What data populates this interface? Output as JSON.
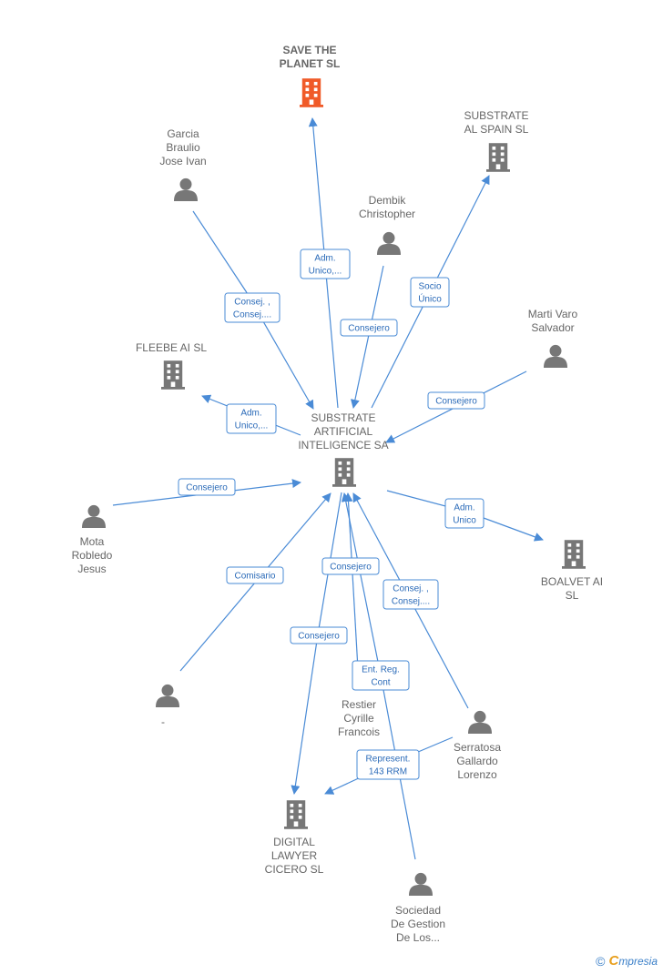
{
  "colors": {
    "edge": "#4a8bd6",
    "edge_text": "#2a6ab8",
    "company_icon": "#777777",
    "company_icon_highlight": "#f05a28",
    "person_icon": "#777777",
    "label": "#666666"
  },
  "nodes": [
    {
      "id": "save",
      "kind": "company",
      "highlight": true,
      "icon": "building-icon",
      "label": [
        "SAVE THE",
        "PLANET  SL"
      ]
    },
    {
      "id": "subspain",
      "kind": "company",
      "icon": "building-icon",
      "label": [
        "SUBSTRATE",
        "AL SPAIN  SL"
      ]
    },
    {
      "id": "garcia",
      "kind": "person",
      "icon": "person-icon",
      "label": [
        "Garcia",
        "Braulio",
        "Jose Ivan"
      ]
    },
    {
      "id": "dembik",
      "kind": "person",
      "icon": "person-icon",
      "label": [
        "Dembik",
        "Christopher"
      ]
    },
    {
      "id": "marti",
      "kind": "person",
      "icon": "person-icon",
      "label": [
        "Marti Varo",
        "Salvador"
      ]
    },
    {
      "id": "fleebe",
      "kind": "company",
      "icon": "building-icon",
      "label": [
        "FLEEBE AI  SL"
      ]
    },
    {
      "id": "center",
      "kind": "company",
      "icon": "building-icon",
      "label": [
        "SUBSTRATE",
        "ARTIFICIAL",
        "INTELIGENCE SA"
      ]
    },
    {
      "id": "mota",
      "kind": "person",
      "icon": "person-icon",
      "label": [
        "Mota",
        "Robledo",
        "Jesus"
      ]
    },
    {
      "id": "boalvet",
      "kind": "company",
      "icon": "building-icon",
      "label": [
        "BOALVET AI",
        "SL"
      ]
    },
    {
      "id": "dash",
      "kind": "person",
      "icon": "person-icon",
      "label": [
        "-"
      ]
    },
    {
      "id": "restier",
      "kind": "person",
      "icon": "person-icon",
      "label": [
        "Restier",
        "Cyrille",
        "Francois"
      ]
    },
    {
      "id": "serratosa",
      "kind": "person",
      "icon": "person-icon",
      "label": [
        "Serratosa",
        "Gallardo",
        "Lorenzo"
      ]
    },
    {
      "id": "digital",
      "kind": "company",
      "icon": "building-icon",
      "label": [
        "DIGITAL",
        "LAWYER",
        "CICERO  SL"
      ]
    },
    {
      "id": "sociedad",
      "kind": "person",
      "icon": "person-icon",
      "label": [
        "Sociedad",
        "De Gestion",
        "De Los..."
      ]
    }
  ],
  "edges": [
    {
      "id": "e-save",
      "label": [
        "Adm.",
        "Unico,..."
      ]
    },
    {
      "id": "e-garcia",
      "label": [
        "Consej. ,",
        "Consej...."
      ]
    },
    {
      "id": "e-dembik",
      "label": [
        "Consejero"
      ]
    },
    {
      "id": "e-subspain",
      "label": [
        "Socio",
        "Único"
      ]
    },
    {
      "id": "e-marti",
      "label": [
        "Consejero"
      ]
    },
    {
      "id": "e-fleebe",
      "label": [
        "Adm.",
        "Unico,..."
      ]
    },
    {
      "id": "e-mota",
      "label": [
        "Consejero"
      ]
    },
    {
      "id": "e-boalvet",
      "label": [
        "Adm.",
        "Unico"
      ]
    },
    {
      "id": "e-dash",
      "label": [
        "Comisario"
      ]
    },
    {
      "id": "e-restier",
      "label": [
        "Consejero"
      ]
    },
    {
      "id": "e-serratosa",
      "label": [
        "Consej. ,",
        "Consej...."
      ]
    },
    {
      "id": "e-digital",
      "label": [
        "Consejero"
      ]
    },
    {
      "id": "e-sociedad",
      "label": [
        "Ent.  Reg.",
        "Cont"
      ]
    },
    {
      "id": "e-represent",
      "label": [
        "Represent.",
        "143 RRM"
      ]
    }
  ],
  "footer": {
    "copyright": "©",
    "brand_initial": "C",
    "brand_rest": "mpresia"
  }
}
